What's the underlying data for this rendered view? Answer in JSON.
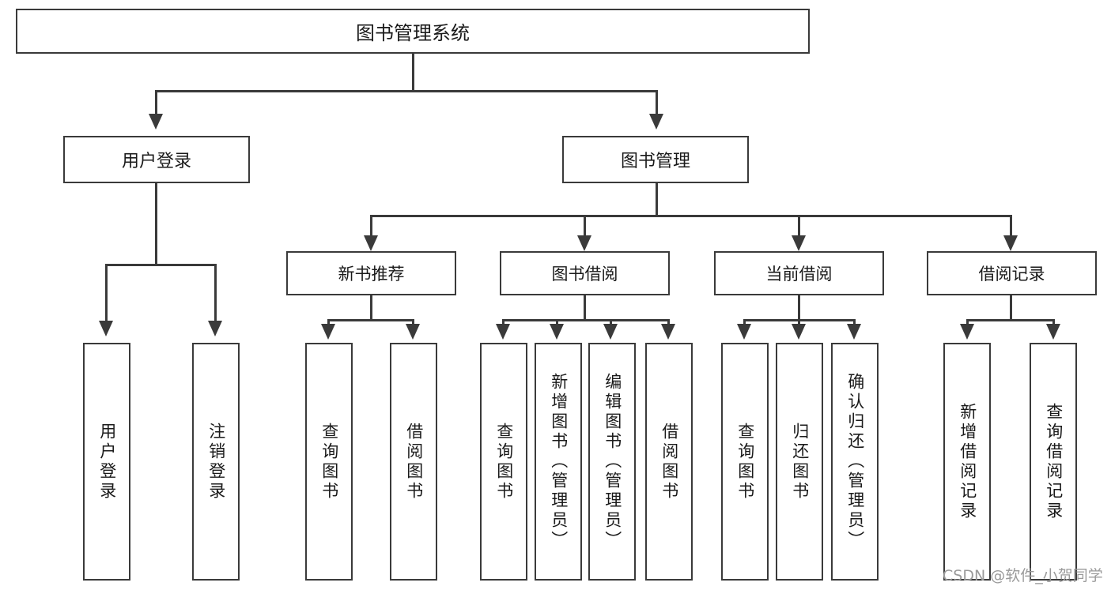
{
  "diagram": {
    "title": "图书管理系统",
    "type": "tree",
    "orientation": "top-down",
    "watermark": "CSDN @软件_小贺同学",
    "colors": {
      "background": "#ffffff",
      "border": "#3a3a3a",
      "text": "#1a1a1a",
      "connector": "#3a3a3a",
      "watermark": "#9a9a9a"
    },
    "nodes": {
      "root": {
        "label": "图书管理系统"
      },
      "level1": [
        {
          "label": "用户登录"
        },
        {
          "label": "图书管理"
        }
      ],
      "level2": [
        {
          "label": "新书推荐"
        },
        {
          "label": "图书借阅"
        },
        {
          "label": "当前借阅"
        },
        {
          "label": "借阅记录"
        }
      ],
      "leaves": {
        "user_login": [
          {
            "label": "用户登录"
          },
          {
            "label": "注销登录"
          }
        ],
        "new_book": [
          {
            "label": "查询图书"
          },
          {
            "label": "借阅图书"
          }
        ],
        "book_borrow": [
          {
            "label": "查询图书"
          },
          {
            "label": "新增图书（管理员）"
          },
          {
            "label": "编辑图书（管理员）"
          },
          {
            "label": "借阅图书"
          }
        ],
        "current_borrow": [
          {
            "label": "查询图书"
          },
          {
            "label": "归还图书"
          },
          {
            "label": "确认归还（管理员）"
          }
        ],
        "borrow_record": [
          {
            "label": "新增借阅记录"
          },
          {
            "label": "查询借阅记录"
          }
        ]
      }
    }
  }
}
